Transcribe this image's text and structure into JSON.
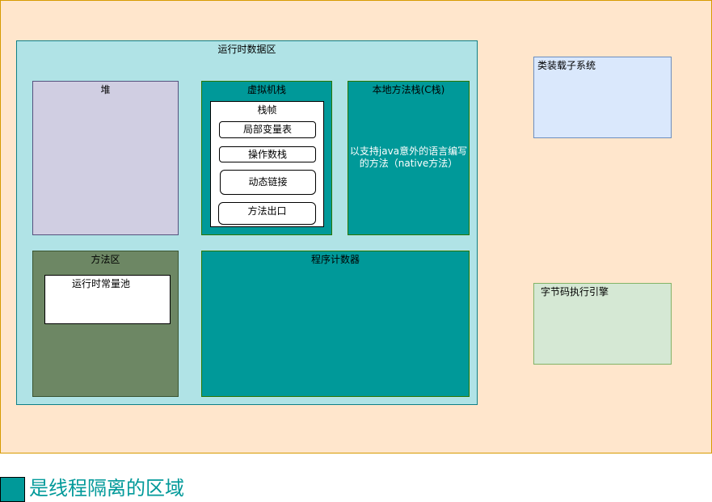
{
  "diagram": {
    "outer_region": {
      "color": "#ffe6cc"
    },
    "runtime_data_area": {
      "label": "运行时数据区",
      "color": "#b0e3e6"
    },
    "heap": {
      "label": "堆",
      "color": "#d0cee2"
    },
    "vm_stack": {
      "label": "虚拟机栈",
      "color": "#009999",
      "frame": {
        "label": "栈帧",
        "slots": [
          "局部变量表",
          "操作数栈",
          "动态链接",
          "方法出口"
        ]
      }
    },
    "native_stack": {
      "label": "本地方法栈(C栈)",
      "desc_line1": "以支持java意外的语言编写",
      "desc_line2": "的方法（native方法）",
      "color": "#009999"
    },
    "method_area": {
      "label": "方法区",
      "color": "#6d8764",
      "constant_pool": {
        "label": "运行时常量池"
      }
    },
    "program_counter": {
      "label": "程序计数器",
      "color": "#009999"
    },
    "class_loader": {
      "label": "类装载子系统",
      "color": "#dae8fc"
    },
    "exec_engine": {
      "label": "字节码执行引擎",
      "color": "#d5e8d4"
    }
  },
  "legend": {
    "text": "是线程隔离的区域",
    "color": "#009999"
  }
}
